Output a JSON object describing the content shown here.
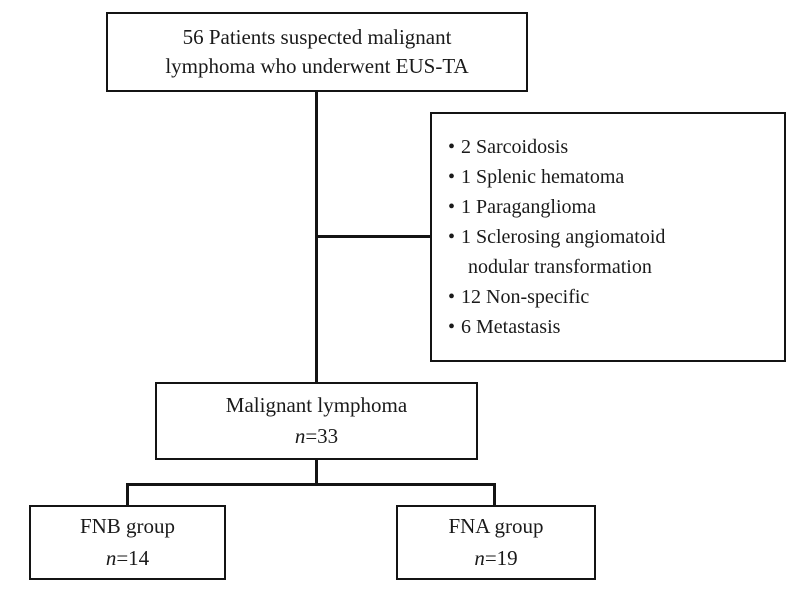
{
  "diagram": {
    "title": "Patient selection flow diagram",
    "type": "flowchart",
    "colors": {
      "stroke": "#141414",
      "background": "#ffffff",
      "text": "#1a1a1a"
    },
    "nodes": {
      "top": {
        "name": "enrolled-patients",
        "line1": "56 Patients suspected malignant",
        "line2": "lymphoma who underwent EUS-TA",
        "count": 56
      },
      "excluded": {
        "name": "excluded-diagnoses",
        "bullet": "•",
        "items": [
          {
            "count": 2,
            "label": "2 Sarcoidosis"
          },
          {
            "count": 1,
            "label": "1 Splenic hematoma"
          },
          {
            "count": 1,
            "label": "1 Paraganglioma"
          },
          {
            "count": 1,
            "label": "1 Sclerosing angiomatoid"
          },
          {
            "count": null,
            "label": "nodular transformation",
            "continuation": true
          },
          {
            "count": 12,
            "label": "12 Non-specific"
          },
          {
            "count": 6,
            "label": "6 Metastasis"
          }
        ]
      },
      "malignant_lymphoma": {
        "name": "malignant-lymphoma",
        "line1": "Malignant lymphoma",
        "n_label": "n",
        "n_value": "=33",
        "count": 33
      },
      "fnb": {
        "name": "fnb-group",
        "line1": "FNB group",
        "n_label": "n",
        "n_value": "=14",
        "count": 14
      },
      "fna": {
        "name": "fna-group",
        "line1": "FNA group",
        "n_label": "n",
        "n_value": "=19",
        "count": 19
      }
    }
  }
}
